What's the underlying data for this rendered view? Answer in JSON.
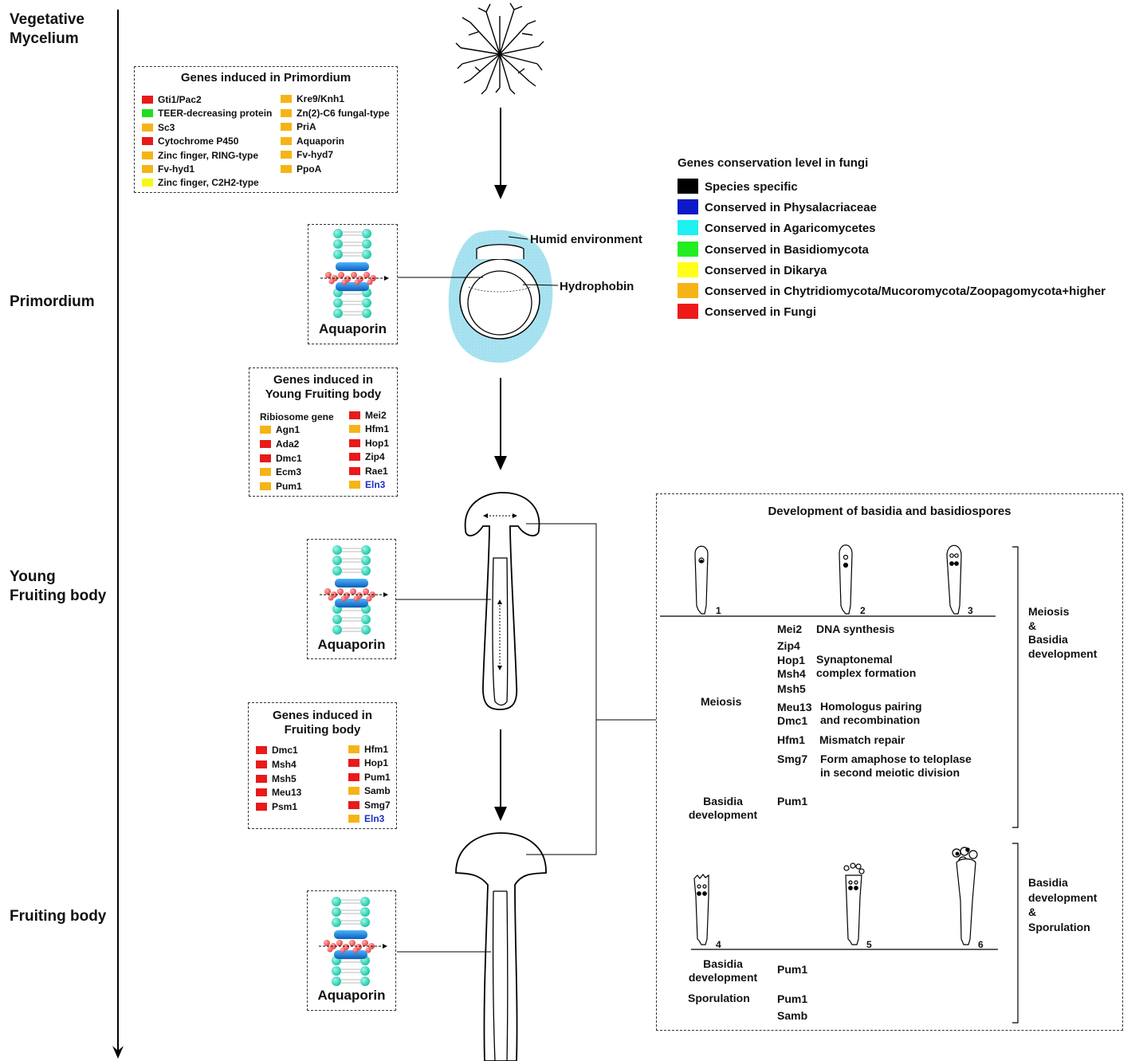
{
  "stages": {
    "vegetative": "Vegetative\nMycelium",
    "primordium": "Primordium",
    "young": "Young\nFruiting body",
    "fruiting": "Fruiting body"
  },
  "primordium_genes": {
    "title": "Genes induced in Primordium",
    "left": [
      {
        "label": "Gti1/Pac2",
        "color": "#e81a1a"
      },
      {
        "label": "TEER-decreasing protein",
        "color": "#22dd22"
      },
      {
        "label": "Sc3",
        "color": "#f5b416"
      },
      {
        "label": "Cytochrome P450",
        "color": "#e81a1a"
      },
      {
        "label": "Zinc finger, RING-type",
        "color": "#f5b416"
      },
      {
        "label": "Fv-hyd1",
        "color": "#f5b416"
      },
      {
        "label": "Zinc finger, C2H2-type",
        "color": "#f7f71a"
      }
    ],
    "right": [
      {
        "label": "Kre9/Knh1",
        "color": "#f5b416"
      },
      {
        "label": "Zn(2)-C6 fungal-type",
        "color": "#f5b416"
      },
      {
        "label": "PriA",
        "color": "#f5b416"
      },
      {
        "label": "Aquaporin",
        "color": "#f5b416"
      },
      {
        "label": "Fv-hyd7",
        "color": "#f5b416"
      },
      {
        "label": "PpoA",
        "color": "#f5b416"
      }
    ]
  },
  "young_genes": {
    "title": "Genes induced in\nYoung Fruiting body",
    "header": "Ribiosome gene",
    "left": [
      {
        "label": "Agn1",
        "color": "#f5b416"
      },
      {
        "label": "Ada2",
        "color": "#e81a1a"
      },
      {
        "label": "Dmc1",
        "color": "#e81a1a"
      },
      {
        "label": "Ecm3",
        "color": "#f5b416"
      },
      {
        "label": "Pum1",
        "color": "#f5b416"
      }
    ],
    "right": [
      {
        "label": "Mei2",
        "color": "#e81a1a"
      },
      {
        "label": "Hfm1",
        "color": "#f5b416"
      },
      {
        "label": "Hop1",
        "color": "#e81a1a"
      },
      {
        "label": "Zip4",
        "color": "#e81a1a"
      },
      {
        "label": "Rae1",
        "color": "#e81a1a"
      },
      {
        "label": "Eln3",
        "color": "#f5b416",
        "text_color": "#1c2fc4"
      }
    ]
  },
  "fruiting_genes": {
    "title": "Genes induced in\nFruiting body",
    "left": [
      {
        "label": "Dmc1",
        "color": "#e81a1a"
      },
      {
        "label": "Msh4",
        "color": "#e81a1a"
      },
      {
        "label": "Msh5",
        "color": "#e81a1a"
      },
      {
        "label": "Meu13",
        "color": "#e81a1a"
      },
      {
        "label": "Psm1",
        "color": "#e81a1a"
      }
    ],
    "right": [
      {
        "label": "Hfm1",
        "color": "#f5b416"
      },
      {
        "label": "Hop1",
        "color": "#e81a1a"
      },
      {
        "label": "Pum1",
        "color": "#e81a1a"
      },
      {
        "label": "Samb",
        "color": "#f5b416"
      },
      {
        "label": "Smg7",
        "color": "#e81a1a"
      },
      {
        "label": "Eln3",
        "color": "#f5b416",
        "text_color": "#1c2fc4"
      }
    ]
  },
  "aquaporin_label": "Aquaporin",
  "primordium_annotations": {
    "humid": "Humid environment",
    "hydrophobin": "Hydrophobin"
  },
  "legend": {
    "title": "Genes conservation level in fungi",
    "items": [
      {
        "label": "Species specific",
        "color": "#000000"
      },
      {
        "label": "Conserved in Physalacriaceae",
        "color": "#0d18c8"
      },
      {
        "label": "Conserved in Agaricomycetes",
        "color": "#1ff0f0"
      },
      {
        "label": "Conserved in Basidiomycota",
        "color": "#22ee22"
      },
      {
        "label": "Conserved in Dikarya",
        "color": "#ffff1a"
      },
      {
        "label": "Conserved in Chytridiomycota/Mucoromycota/Zoopagomycota+higher",
        "color": "#f5b416"
      },
      {
        "label": "Conserved in Fungi",
        "color": "#ee1a1a"
      }
    ]
  },
  "basidia": {
    "title": "Development of basidia and basidiospores",
    "stage_numbers": [
      "1",
      "2",
      "3",
      "4",
      "5",
      "6"
    ],
    "bracket_top": "Meiosis\n&\nBasidia\ndevelopment",
    "bracket_bottom": "Basidia\ndevelopment\n&\nSporulation",
    "meiosis_label": "Meiosis",
    "basidia_dev_label": "Basidia\ndevelopment",
    "sporulation_label": "Sporulation",
    "rows": [
      {
        "gene": "Mei2",
        "desc": "DNA synthesis"
      },
      {
        "gene": "Zip4",
        "desc": ""
      },
      {
        "gene": "Hop1\nMsh4",
        "desc": "Synaptonemal\ncomplex formation"
      },
      {
        "gene": "Msh5",
        "desc": ""
      },
      {
        "gene": "Meu13\nDmc1",
        "desc": "Homologus pairing\nand recombination"
      },
      {
        "gene": "Hfm1",
        "desc": "Mismatch repair"
      },
      {
        "gene": "Smg7",
        "desc": "Form amaphose to teloplase\nin second meiotic division"
      },
      {
        "gene": "Pum1",
        "desc": ""
      }
    ],
    "lower_rows": [
      {
        "gene": "Pum1"
      },
      {
        "gene": "Pum1\nSamb"
      }
    ]
  }
}
